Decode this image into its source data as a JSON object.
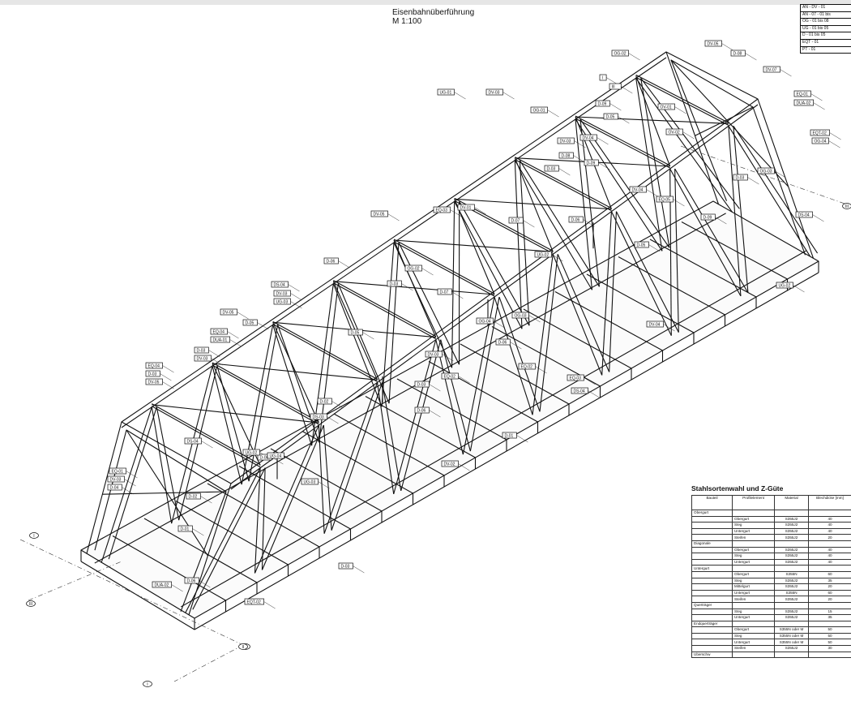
{
  "title": {
    "line1": "Eisenbahnüberführung",
    "line2": "M 1:100"
  },
  "legend": [
    "AN - DV - 01",
    "AN - 07 - 01 bis",
    "OG - 01 bis 08",
    "UG - 01 bis 05",
    "D - 01 bis 05",
    "EQT - 01",
    "PT - 01"
  ],
  "axis_labels": [
    "I",
    "II",
    "III",
    "III",
    "I",
    "II"
  ],
  "part_labels": [
    "DV-05",
    "D-08",
    "OG-02",
    "DV-07",
    "I",
    "III",
    "EQ-01",
    "DUA-02",
    "OG-01",
    "D-09",
    "OV-01",
    "D-05",
    "OV-02",
    "DV-03",
    "DV-04",
    "D-08",
    "D-03",
    "D-09",
    "EQT-02",
    "OG-04",
    "DV-04",
    "EQ-05",
    "D-09",
    "D-03",
    "DS-04",
    "OG-03",
    "UG-02",
    "UG-01",
    "DV-03",
    "EQ-03",
    "DV-01",
    "D-07",
    "D-06",
    "D-05",
    "UG-02",
    "DV-05",
    "D-06",
    "D-03",
    "D-07",
    "OG-04",
    "OG-03",
    "D-06",
    "DS-04",
    "DV-03",
    "UG-03",
    "DV-05",
    "D-05",
    "EQ-04",
    "DUA-01",
    "D-03",
    "DV-03",
    "EQ-04",
    "D-03",
    "DV-05",
    "DV-04",
    "OG-02",
    "D-05",
    "DV-03",
    "EQ-02",
    "D-03",
    "D-02",
    "DS-03",
    "EQ-02",
    "EQ-03",
    "DS-04",
    "D-06",
    "D-01",
    "DV-02",
    "D-08",
    "UG-02",
    "EQ-01",
    "DV-03",
    "D-04",
    "D-02",
    "UG-03",
    "UG-04",
    "D-03",
    "D-01",
    "D-06",
    "DUA-02",
    "EQT-02",
    "DS-04"
  ],
  "steel_table": {
    "title": "Stahlsortenwahl und Z-Güte",
    "headers": [
      "Bauteil",
      "Profilelement",
      "Material",
      "Blechdicke [mm]"
    ],
    "groups": [
      {
        "name": "Obergurt",
        "rows": [
          [
            "Obergurt",
            "S355J2",
            "40"
          ],
          [
            "Steg",
            "S355J2",
            "40"
          ],
          [
            "Untergurt",
            "S355J2",
            "40"
          ],
          [
            "Steifen",
            "S355J2",
            "20"
          ]
        ]
      },
      {
        "name": "Diagonale",
        "rows": [
          [
            "Obergurt",
            "S355J2",
            "40"
          ],
          [
            "Steg",
            "S355J2",
            "40"
          ],
          [
            "Untergurt",
            "S355J2",
            "40"
          ]
        ]
      },
      {
        "name": "Untergurt",
        "rows": [
          [
            "Obergurt",
            "S355N",
            "60"
          ],
          [
            "Steg",
            "S355J2",
            "35"
          ],
          [
            "Mittelgurt",
            "S355J2",
            "20"
          ],
          [
            "Untergurt",
            "S355N",
            "60"
          ],
          [
            "Steifen",
            "S355J2",
            "20"
          ]
        ]
      },
      {
        "name": "Querträger",
        "rows": [
          [
            "Steg",
            "S355J2",
            "15"
          ],
          [
            "Untergurt",
            "S355J2",
            "35"
          ]
        ]
      },
      {
        "name": "Endquerträger",
        "rows": [
          [
            "Obergurt",
            "S355N oder M",
            "50"
          ],
          [
            "Steg",
            "S355N oder M",
            "50"
          ],
          [
            "Untergurt",
            "S355N oder M",
            "50"
          ],
          [
            "Steifen",
            "S355J2",
            "30"
          ]
        ]
      },
      {
        "name": "Uberschw",
        "rows": []
      }
    ]
  }
}
